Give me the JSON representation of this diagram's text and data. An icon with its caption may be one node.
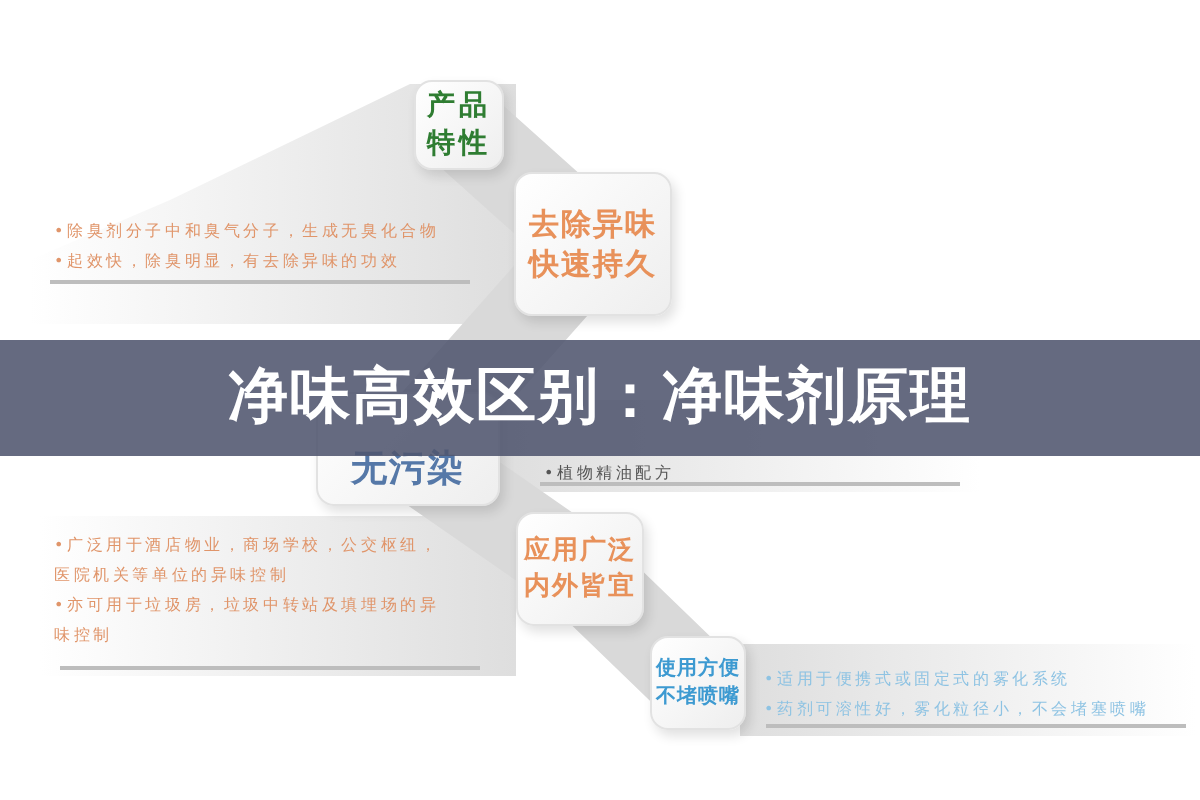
{
  "diagram": {
    "title": "净味高效区别：净味剂原理",
    "nodes": [
      {
        "text": [
          "产品特性"
        ]
      },
      {
        "text": [
          "去除异味快速持久"
        ],
        "beside": [
          "•除臭剂分子中和臭气分子，生成无臭化合物",
          "•起效快，除臭明显，有去除异味的功效"
        ]
      },
      {
        "text": [
          "无污染"
        ],
        "beside": [
          "•植物精油配方"
        ]
      },
      {
        "text": [
          "应用广泛内外皆宜"
        ],
        "beside": [
          "•广泛用于酒店物业，商场学校，公交枢纽，医院机关等单位的异味控制",
          "•亦可用于垃圾房，垃圾中转站及填埋场的异味控制"
        ]
      },
      {
        "text": [
          "使用方便不堵喷嘴"
        ],
        "beside": [
          "•适用于便携式或固定式的雾化系统",
          "•药剂可溶性好，雾化粒径小，不会堵塞喷嘴"
        ]
      }
    ]
  }
}
